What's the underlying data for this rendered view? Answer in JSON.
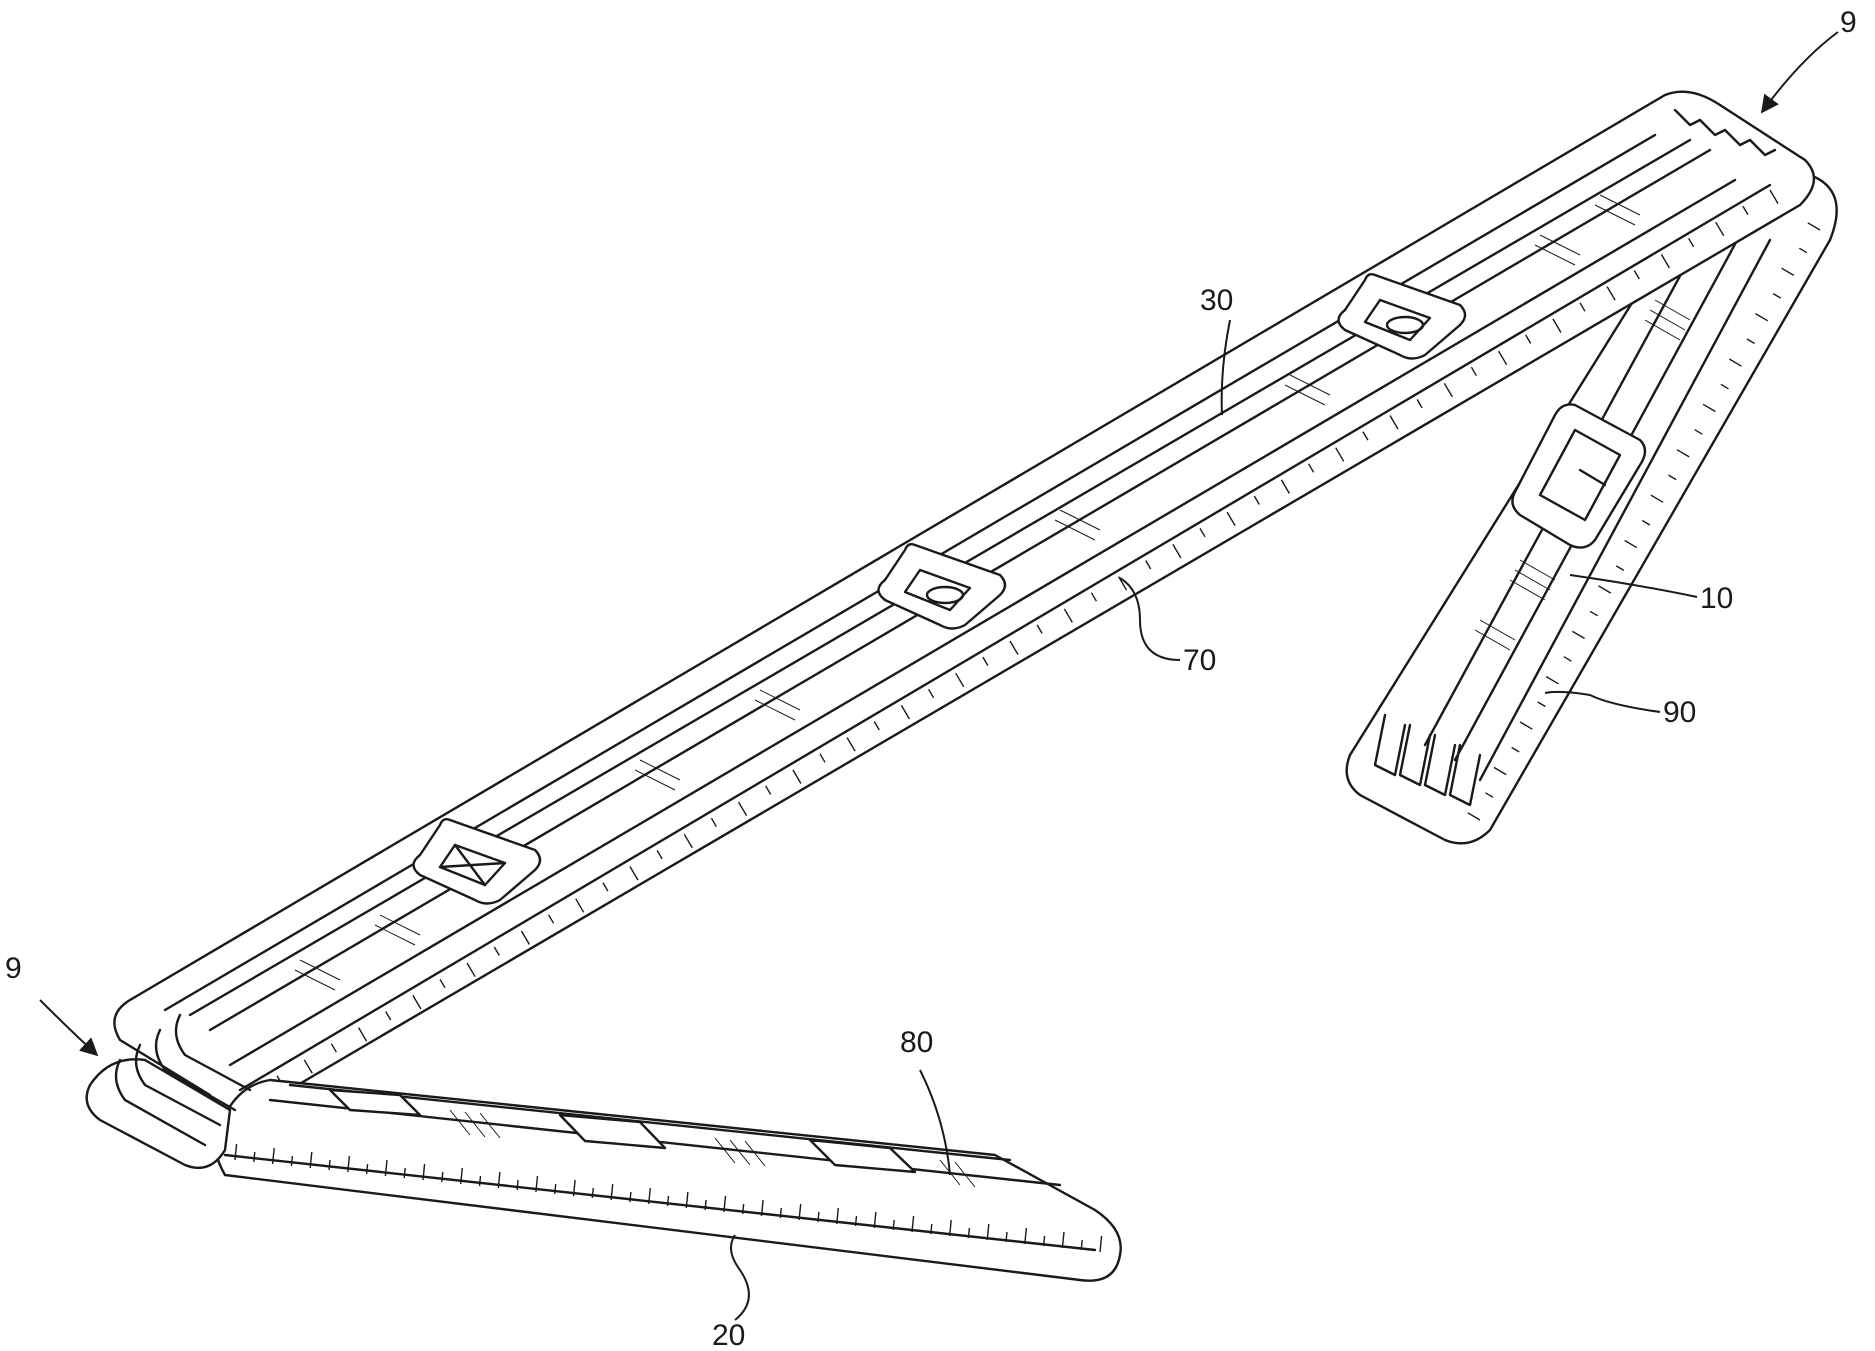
{
  "figure": {
    "reference_numerals": {
      "hinge_top": "9",
      "hinge_left": "9",
      "level_30": "30",
      "level_10": "10",
      "scale_70": "70",
      "scale_90": "90",
      "vial_80": "80",
      "level_20": "20"
    }
  }
}
